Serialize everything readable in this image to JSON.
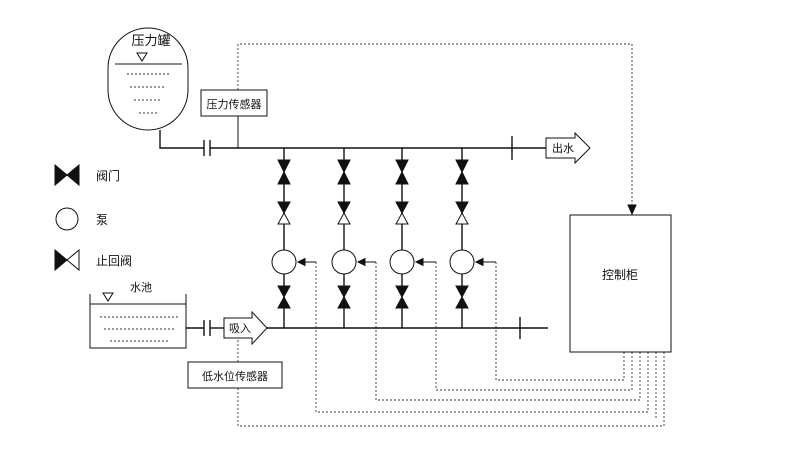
{
  "labels": {
    "pressure_tank": "压力罐",
    "pressure_sensor": "压力传感器",
    "outlet": "出水",
    "inlet": "吸入",
    "pool": "水池",
    "low_level_sensor": "低水位传感器",
    "control_cabinet": "控制柜"
  },
  "legend": {
    "valve": "阀门",
    "pump": "泵",
    "check_valve": "止回阀"
  },
  "pump_branch_count": 4
}
